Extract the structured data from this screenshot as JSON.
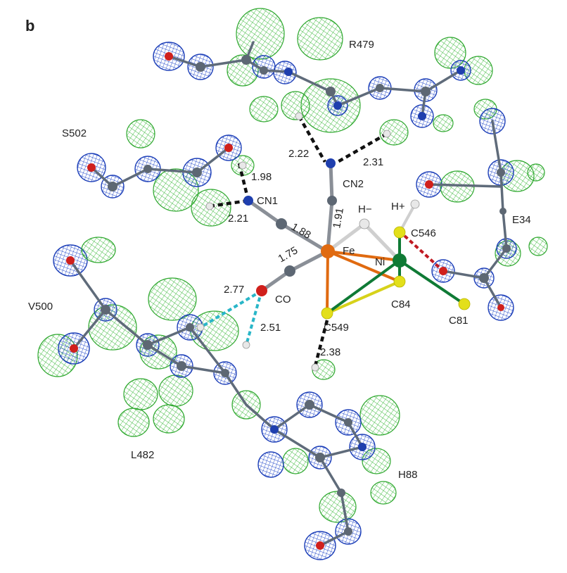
{
  "panel_label": "b",
  "residues": {
    "R479": "R479",
    "S502": "S502",
    "E34": "E34",
    "V500": "V500",
    "L482": "L482",
    "H88": "H88"
  },
  "atoms": {
    "CN1": "CN1",
    "CN2": "CN2",
    "CO": "CO",
    "Fe": "Fe",
    "Ni": "Ni",
    "H_minus": "H−",
    "H_plus": "H+",
    "C546": "C546",
    "C84": "C84",
    "C81": "C81",
    "C549": "C549"
  },
  "distances": {
    "d_2_22": "2.22",
    "d_2_31": "2.31",
    "d_1_98": "1.98",
    "d_2_21": "2.21",
    "d_1_88": "1.88",
    "d_1_91": "1.91",
    "d_1_75": "1.75",
    "d_2_77": "2.77",
    "d_2_51": "2.51",
    "d_2_38": "2.38"
  },
  "colors": {
    "carbon": "#5d6773",
    "nitrogen": "#1f3fae",
    "oxygen": "#d0201c",
    "sulfur": "#e3df1a",
    "iron": "#e06a10",
    "nickel": "#0f7a35",
    "hydrogen": "#e8e8e8",
    "mesh_green": "#33b233",
    "mesh_blue": "#1e40c0",
    "hbond_black": "#111111",
    "hbond_cyan": "#29b6c8",
    "hbond_red": "#c01a22"
  }
}
